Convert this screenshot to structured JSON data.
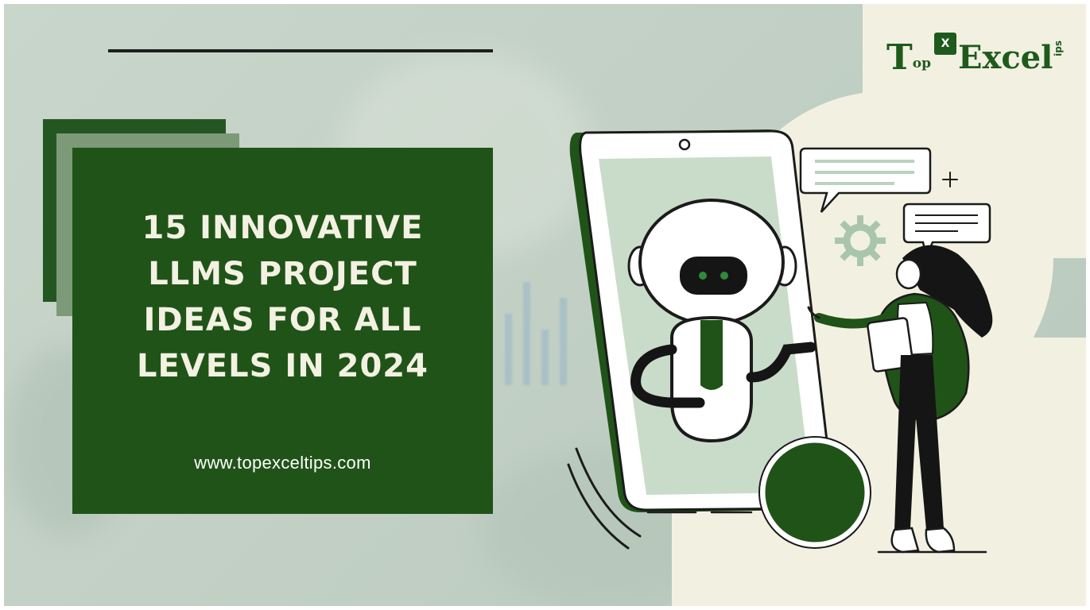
{
  "brand": {
    "logo_letter_t": "T",
    "logo_op": "op",
    "logo_x": "X",
    "logo_excel": "Excel",
    "logo_ips": "ips",
    "primary_color": "#205318",
    "cream_color": "#f2f1e1"
  },
  "title_lines": [
    "15 INNOVATIVE",
    "LLMS PROJECT",
    "IDEAS FOR ALL",
    "LEVELS IN 2024"
  ],
  "website": "www.topexceltips.com",
  "illustration": {
    "icons": [
      "phone-icon",
      "robot-icon",
      "speech-bubble-icon",
      "gear-icon",
      "sparkle-icon",
      "woman-with-tablet-icon"
    ]
  }
}
